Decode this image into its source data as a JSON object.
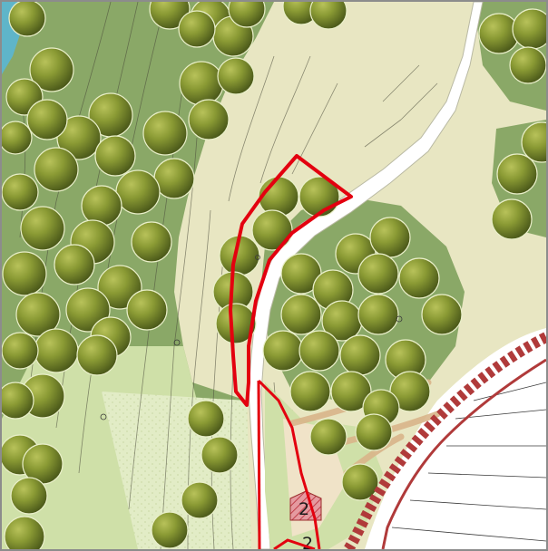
{
  "map": {
    "colors": {
      "forest_green": "#8aa867",
      "meadow_beige": "#e8e6c2",
      "light_green": "#cfe0a8",
      "pale_green": "#e6f0c8",
      "road_white": "#ffffff",
      "boundary_red": "#e3000f",
      "building_red": "#d9606a",
      "hatched_band": "#b03a3a",
      "tree_dark": "#55661f",
      "tree_light": "#a5b24a",
      "path_tan": "#d9b58a",
      "water_blue": "#5fb5c9"
    },
    "labels": {
      "building_number_1": "2",
      "building_number_2": "2"
    },
    "icons": {
      "tree_symbol": "deciduous-tree-icon",
      "boundary": "plot-boundary-line",
      "slope_hatch": "slope-hatching"
    }
  }
}
